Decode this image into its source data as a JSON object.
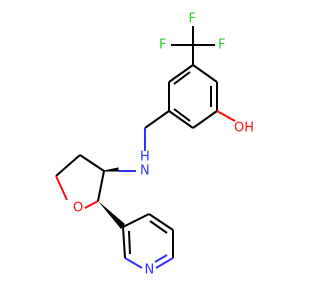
{
  "molecule": {
    "labels": {
      "F_top": "F",
      "F_left": "F",
      "F_right": "F",
      "OH": "OH",
      "NH": "H",
      "N_amine": "N",
      "O_ring": "O",
      "N_pyridine": "N"
    },
    "colors": {
      "carbon_bond": "#000000",
      "nitrogen": "#3333ff",
      "oxygen": "#ff0d0d",
      "fluorine": "#33cc33"
    }
  }
}
